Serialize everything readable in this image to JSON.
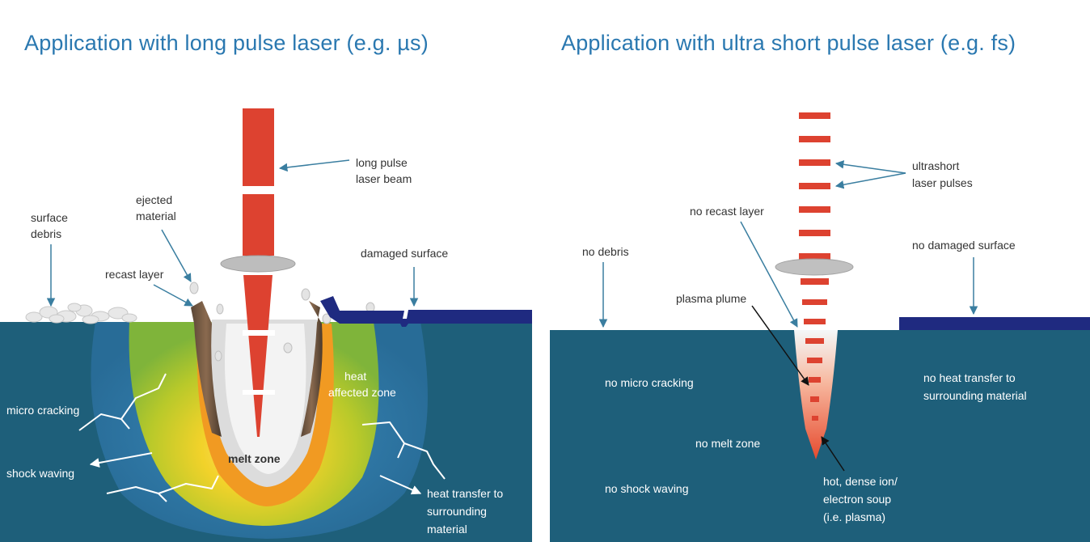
{
  "titles": {
    "left": "Application with long pulse laser (e.g. µs)",
    "right": "Application with ultra short pulse laser (e.g. fs)"
  },
  "left_labels": {
    "long_pulse_1": "long pulse",
    "long_pulse_2": "laser beam",
    "ejected_1": "ejected",
    "ejected_2": "material",
    "surface_debris_1": "surface",
    "surface_debris_2": "debris",
    "recast_layer": "recast layer",
    "damaged_surface": "damaged surface",
    "heat_zone_1": "heat",
    "heat_zone_2": "affected zone",
    "micro_cracking": "micro cracking",
    "shock_waving": "shock waving",
    "melt_zone": "melt zone",
    "heat_transfer_1": "heat transfer to",
    "heat_transfer_2": "surrounding",
    "heat_transfer_3": "material"
  },
  "right_labels": {
    "ultrashort_1": "ultrashort",
    "ultrashort_2": "laser pulses",
    "no_recast": "no recast layer",
    "no_debris": "no debris",
    "no_damaged": "no damaged surface",
    "plasma_plume": "plasma plume",
    "no_micro": "no micro cracking",
    "no_heat_1": "no heat transfer to",
    "no_heat_2": "surrounding material",
    "no_melt": "no melt zone",
    "no_shock": "no shock waving",
    "hot_dense_1": "hot, dense ion/",
    "hot_dense_2": "electron soup",
    "hot_dense_3": "(i.e. plasma)"
  },
  "colors": {
    "substrate": "#1e5f7a",
    "laser": "#dd4230",
    "title": "#2a78b0",
    "damaged": "#1f2a80"
  }
}
